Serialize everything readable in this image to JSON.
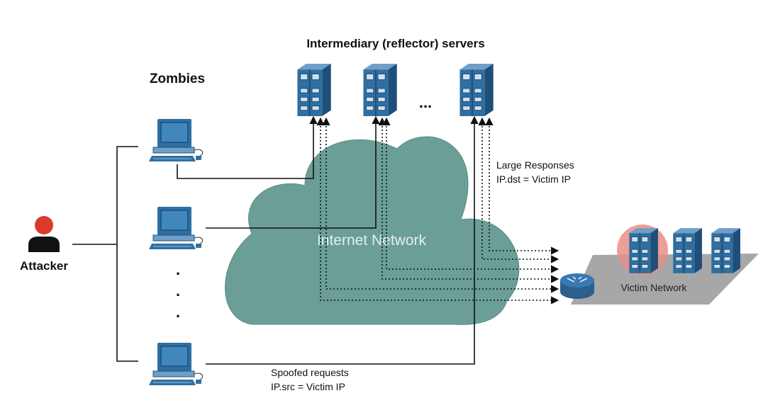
{
  "labels": {
    "reflectors_title": "Intermediary (reflector) servers",
    "zombies_title": "Zombies",
    "attacker": "Attacker",
    "cloud": "Internet Network",
    "victim_network": "Victim Network",
    "responses_line1": "Large Responses",
    "responses_line2": "IP.dst = Victim IP",
    "requests_line1": "Spoofed requests",
    "requests_line2": "IP.src = Victim IP",
    "server_ellipsis": "...",
    "zombie_ellipsis_1": ".",
    "zombie_ellipsis_2": ".",
    "zombie_ellipsis_3": "."
  },
  "colors": {
    "cloud": "#6a9e97",
    "server": "#2f6fa1",
    "server_dark": "#1f4f78",
    "attacker_head": "#d93a2b",
    "victim_highlight": "#e88e86",
    "victim_platform": "#a7a7a7",
    "router": "#3a78b0"
  },
  "icons": {
    "server": "server-rack-icon",
    "computer": "desktop-computer-icon",
    "attacker": "person-icon",
    "router": "router-icon"
  }
}
